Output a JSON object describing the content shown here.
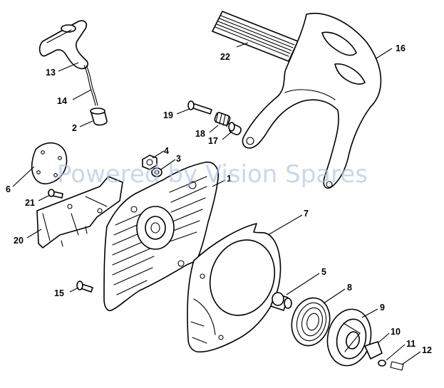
{
  "watermark": "Powered by Vision Spares",
  "callouts": [
    {
      "id": "c1",
      "label": "1"
    },
    {
      "id": "c2",
      "label": "2"
    },
    {
      "id": "c3",
      "label": "3"
    },
    {
      "id": "c4",
      "label": "4"
    },
    {
      "id": "c5",
      "label": "5"
    },
    {
      "id": "c6",
      "label": "6"
    },
    {
      "id": "c7",
      "label": "7"
    },
    {
      "id": "c8",
      "label": "8"
    },
    {
      "id": "c9",
      "label": "9"
    },
    {
      "id": "c10",
      "label": "10"
    },
    {
      "id": "c11",
      "label": "11"
    },
    {
      "id": "c12",
      "label": "12"
    },
    {
      "id": "c13",
      "label": "13"
    },
    {
      "id": "c14",
      "label": "14"
    },
    {
      "id": "c15",
      "label": "15"
    },
    {
      "id": "c16",
      "label": "16"
    },
    {
      "id": "c17",
      "label": "17"
    },
    {
      "id": "c18",
      "label": "18"
    },
    {
      "id": "c19",
      "label": "19"
    },
    {
      "id": "c20",
      "label": "20"
    },
    {
      "id": "c21",
      "label": "21"
    },
    {
      "id": "c22",
      "label": "22"
    }
  ]
}
